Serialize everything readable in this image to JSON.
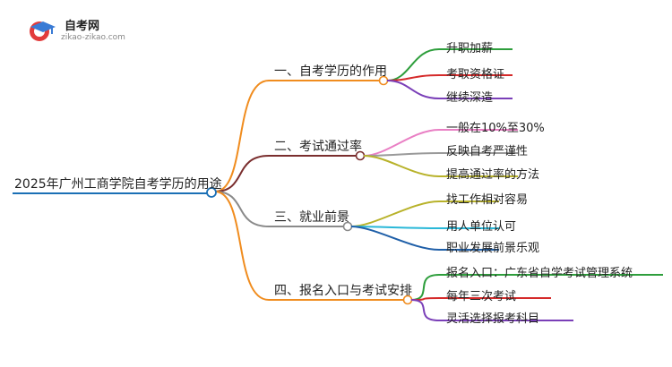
{
  "brand": {
    "name": "自考网",
    "url": "zikao-zikao.com"
  },
  "root": {
    "label": "2025年广州工商学院自考学历的用途",
    "color": "#1a6fb5"
  },
  "branches": [
    {
      "label": "一、自考学历的作用",
      "color": "#f08c1e",
      "leaves": [
        {
          "label": "升职加薪",
          "color": "#2e9e3c"
        },
        {
          "label": "考取资格证",
          "color": "#d52a2a"
        },
        {
          "label": "继续深造",
          "color": "#7a3fb8"
        }
      ]
    },
    {
      "label": "二、考试通过率",
      "color": "#7a2e2e",
      "leaves": [
        {
          "label": "一般在10%至30%",
          "color": "#e97fc4"
        },
        {
          "label": "反映自考严谨性",
          "color": "#9a9a9a"
        },
        {
          "label": "提高通过率的方法",
          "color": "#b8b22a"
        }
      ]
    },
    {
      "label": "三、就业前景",
      "color": "#8a8a8a",
      "leaves": [
        {
          "label": "找工作相对容易",
          "color": "#b8b22a"
        },
        {
          "label": "用人单位认可",
          "color": "#2ab8d8"
        },
        {
          "label": "职业发展前景乐观",
          "color": "#1f5fa8"
        }
      ]
    },
    {
      "label": "四、报名入口与考试安排",
      "color": "#f08c1e",
      "leaves": [
        {
          "label": "报名入口：广东省自学考试管理系统",
          "color": "#2e9e3c"
        },
        {
          "label": "每年三次考试",
          "color": "#d52a2a"
        },
        {
          "label": "灵活选择报考科目",
          "color": "#7a3fb8"
        }
      ]
    }
  ]
}
